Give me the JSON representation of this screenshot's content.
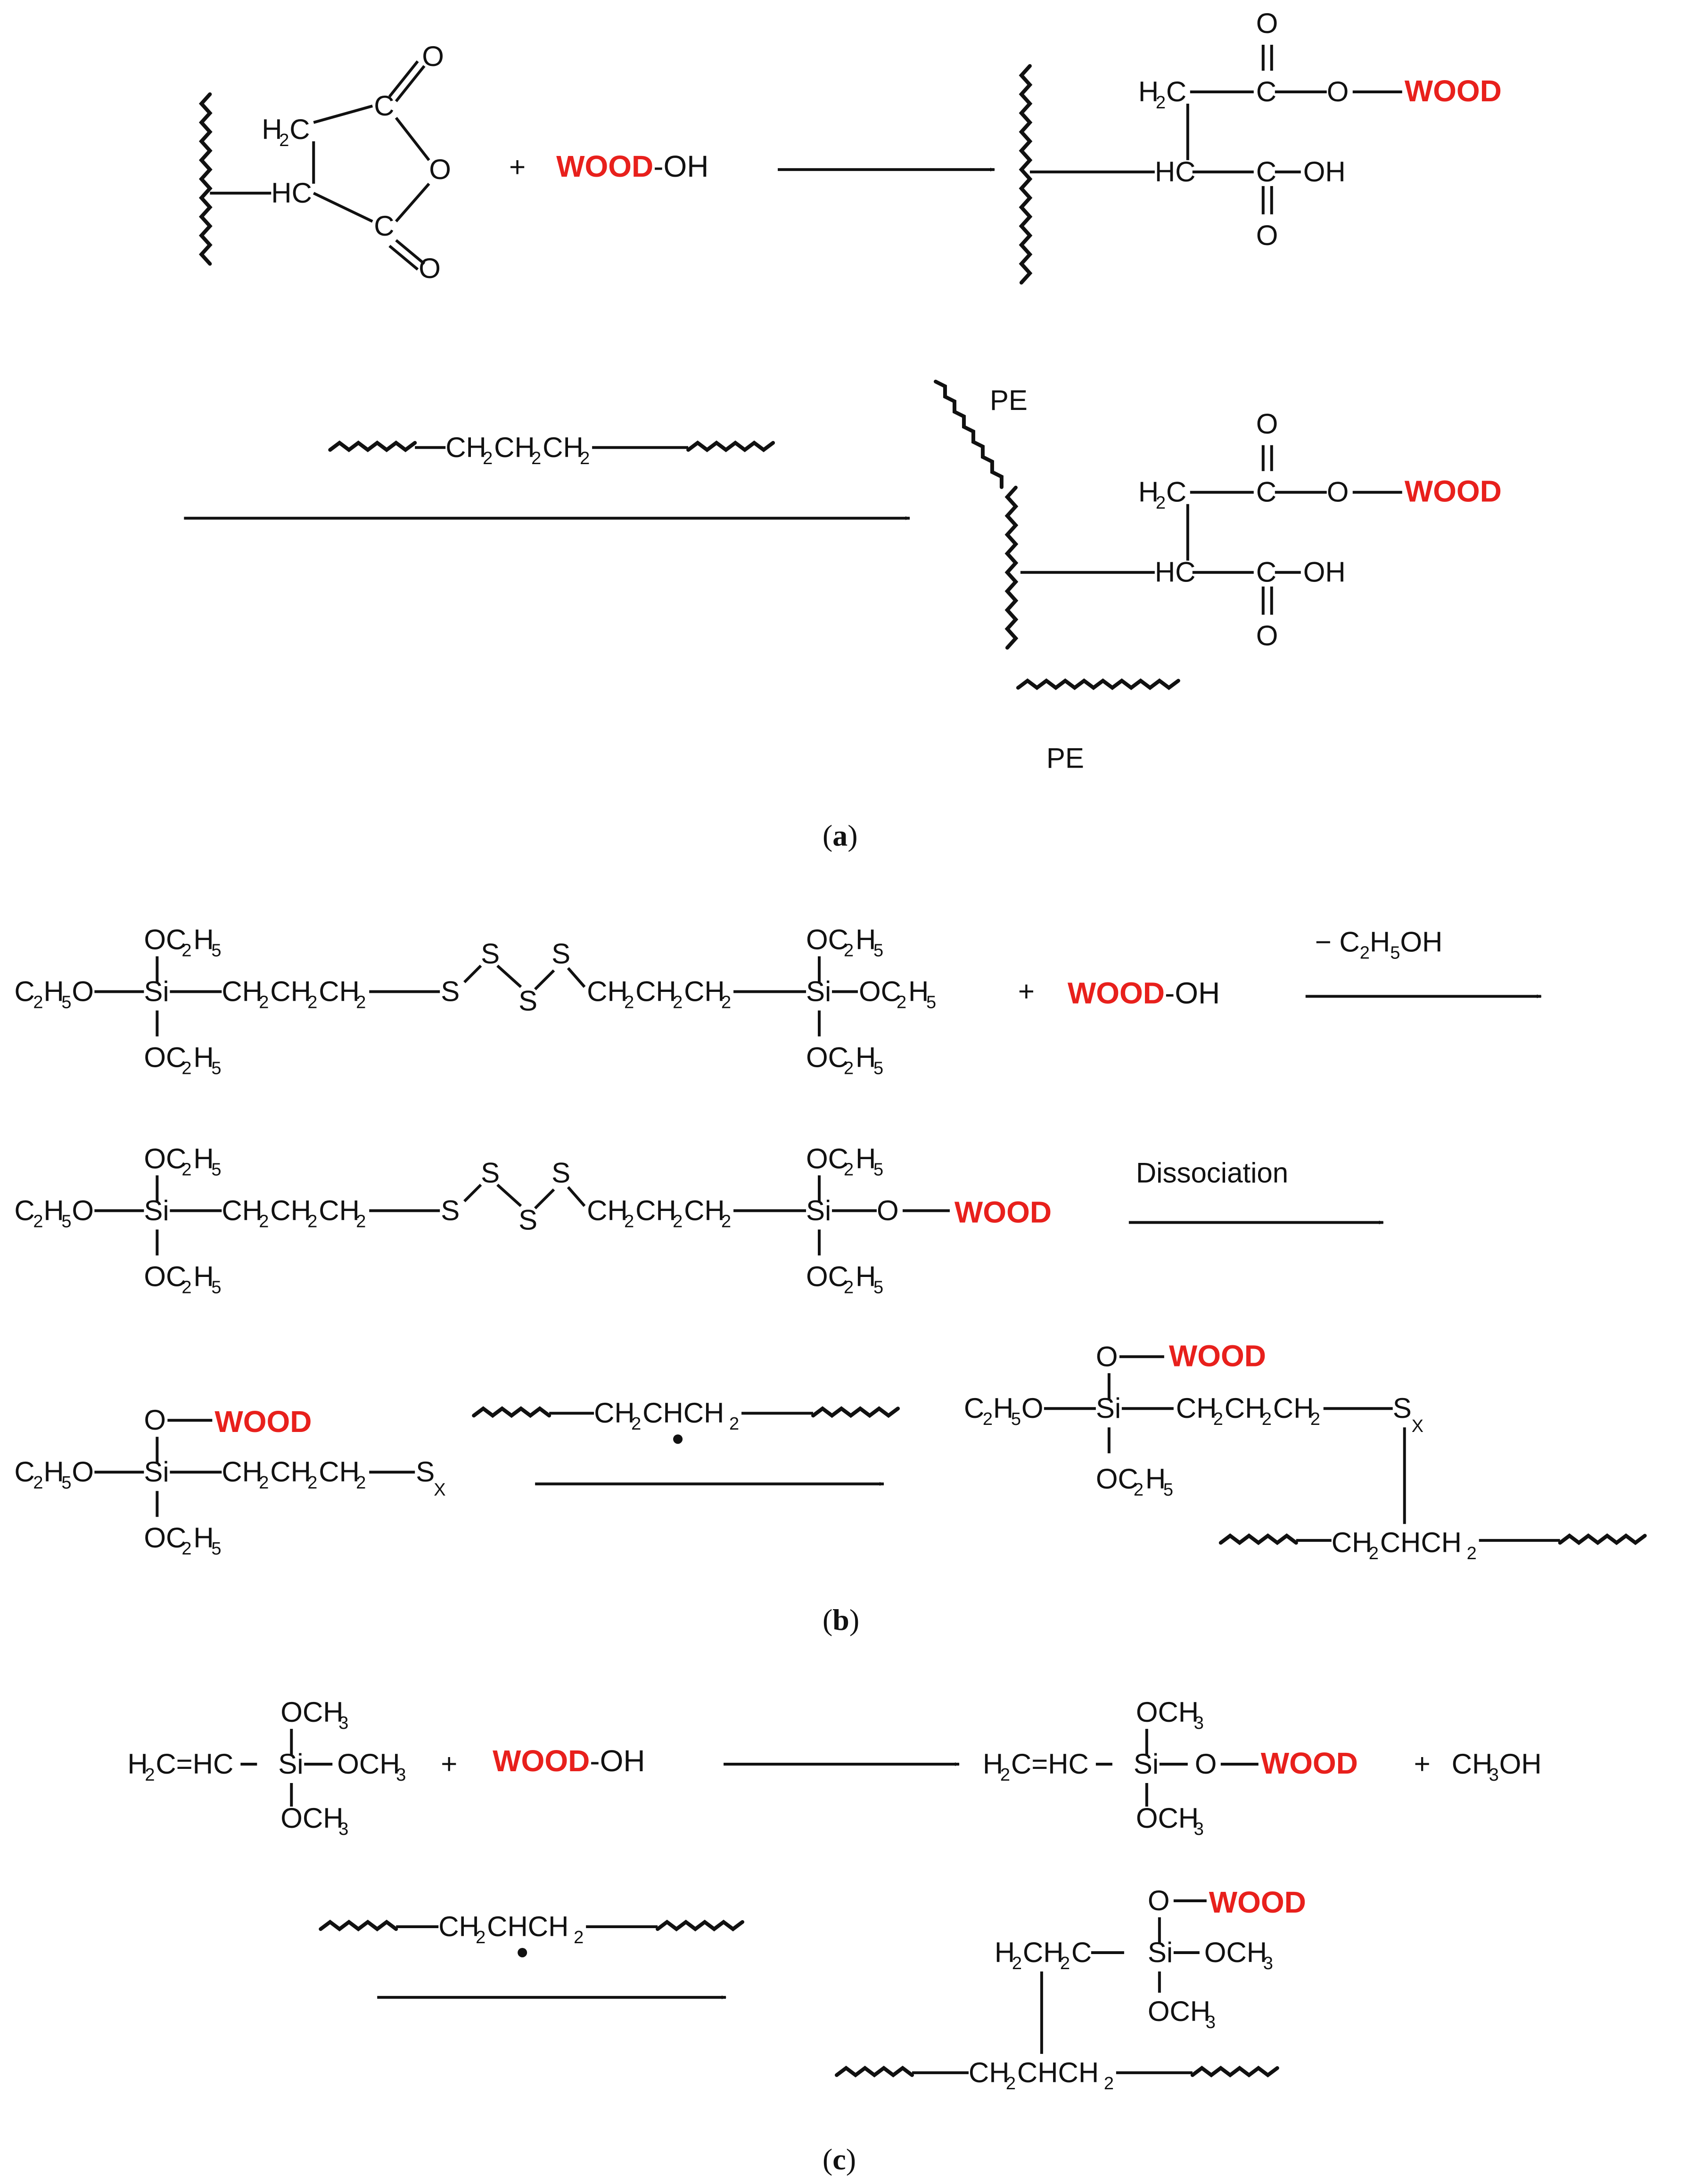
{
  "scheme": {
    "wood": "WOOD",
    "hydroxyl": "-OH",
    "plus": "+",
    "ethanol_loss": "− C",
    "pe": "PE",
    "dissociation": "Dissociation",
    "colors": {
      "wood": "#e8201c",
      "ink": "#111111"
    }
  },
  "captions": {
    "a": {
      "open": "(",
      "letter": "a",
      "close": ")"
    },
    "b": {
      "open": "(",
      "letter": "b",
      "close": ")"
    },
    "c": {
      "open": "(",
      "letter": "c",
      "close": ")"
    }
  }
}
